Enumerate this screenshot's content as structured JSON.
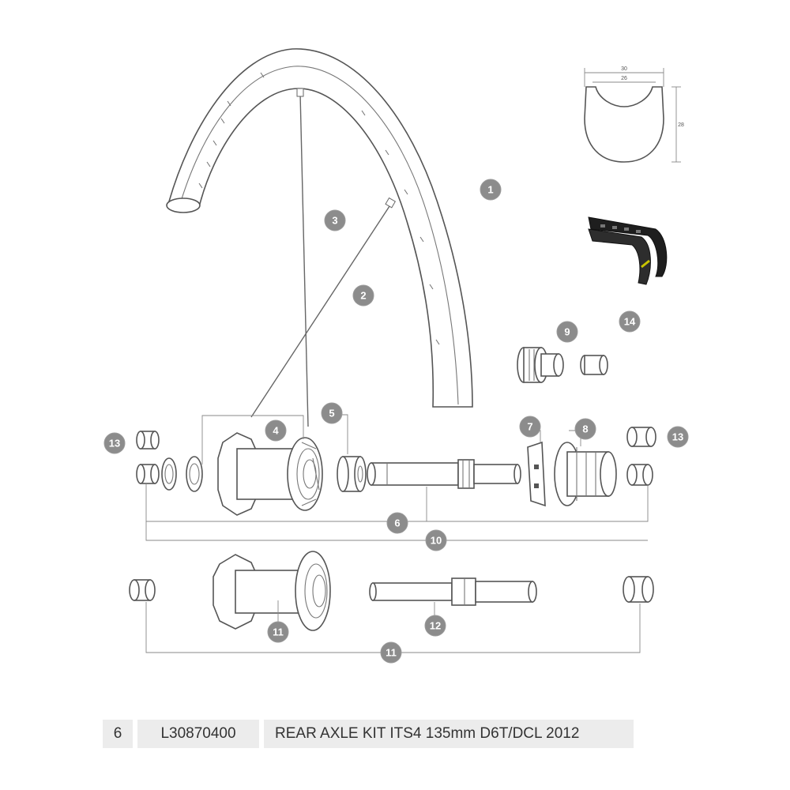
{
  "diagram": {
    "callouts": [
      {
        "id": "c1",
        "label": "1"
      },
      {
        "id": "c3",
        "label": "3"
      },
      {
        "id": "c2",
        "label": "2"
      },
      {
        "id": "c14",
        "label": "14"
      },
      {
        "id": "c9",
        "label": "9"
      },
      {
        "id": "c13a",
        "label": "13"
      },
      {
        "id": "c4",
        "label": "4"
      },
      {
        "id": "c5",
        "label": "5"
      },
      {
        "id": "c7",
        "label": "7"
      },
      {
        "id": "c8",
        "label": "8"
      },
      {
        "id": "c13b",
        "label": "13"
      },
      {
        "id": "c6",
        "label": "6"
      },
      {
        "id": "c10",
        "label": "10"
      },
      {
        "id": "c11a",
        "label": "11"
      },
      {
        "id": "c12",
        "label": "12"
      },
      {
        "id": "c11b",
        "label": "11"
      }
    ],
    "rim_profile": {
      "width_outer": "30",
      "width_inner": "26",
      "height": "28"
    }
  },
  "parts_table": {
    "row": {
      "ref": "6",
      "code": "L30870400",
      "description": "REAR AXLE KIT ITS4 135mm D6T/DCL 2012"
    }
  },
  "colors": {
    "callout_fill": "#8c8c8c",
    "table_bg": "#ececec",
    "line": "#555555"
  }
}
